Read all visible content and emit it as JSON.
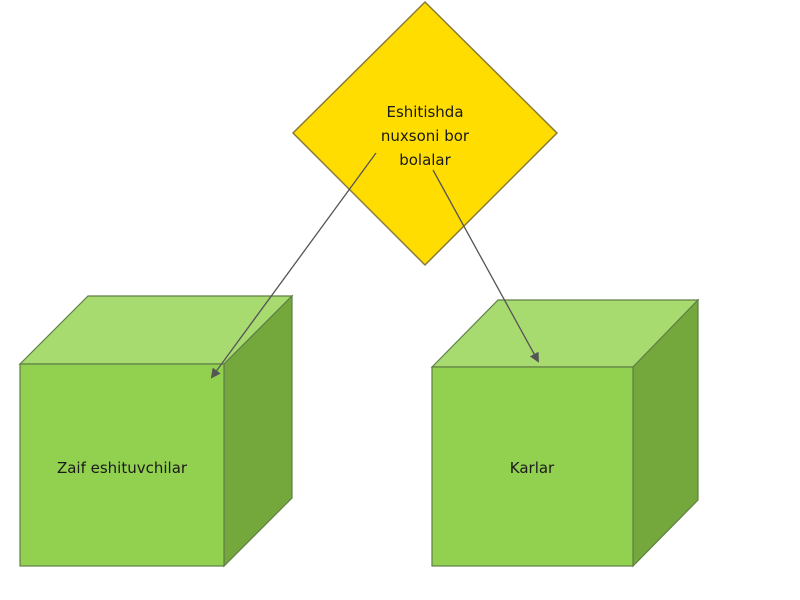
{
  "root": {
    "lines": [
      "Eshitishda",
      "nuxsoni bor",
      "bolalar"
    ],
    "color": "#ffdd00",
    "border_color": "#8a7a3a"
  },
  "children": [
    {
      "label": "Zaif eshituvchilar"
    },
    {
      "label": "Karlar"
    }
  ],
  "cube_colors": {
    "front": "#92d050",
    "top": "#a7da6f",
    "side": "#74a83d",
    "border": "#5f7f45"
  },
  "connector_color": "#555555"
}
